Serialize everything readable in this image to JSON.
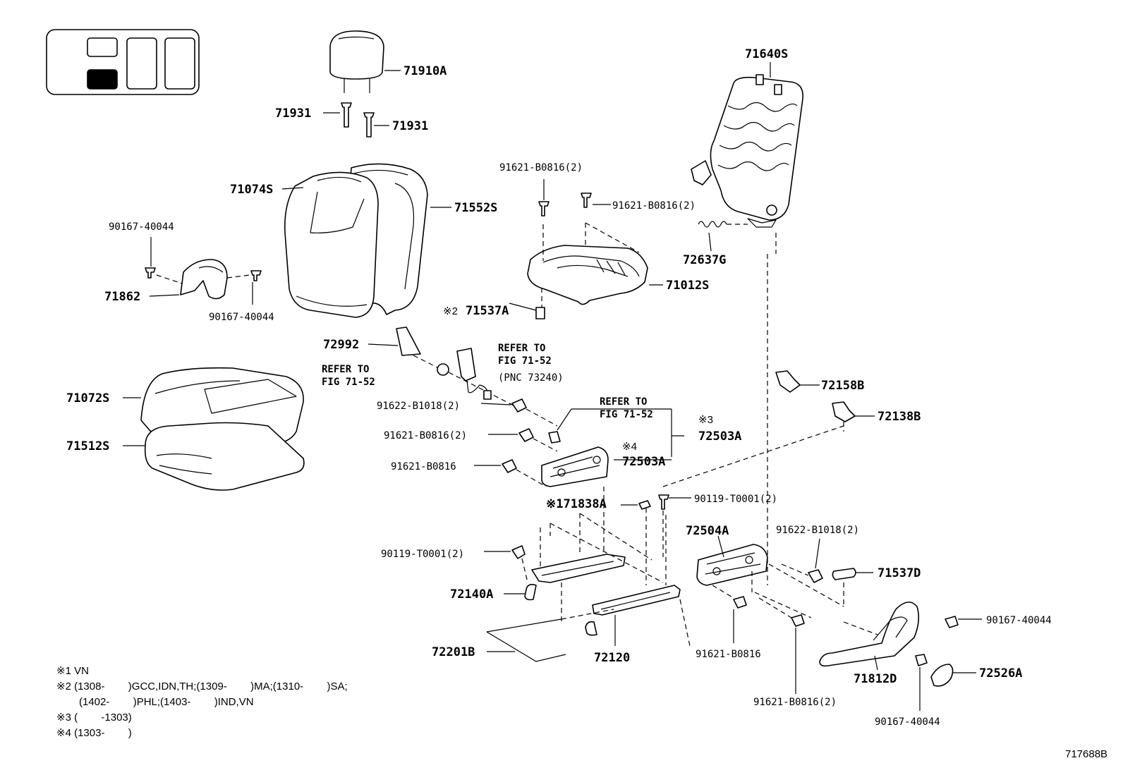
{
  "diagram_id": "717688B",
  "part_labels": {
    "p71910A": "71910A",
    "p71931a": "71931",
    "p71931b": "71931",
    "p71640S": "71640S",
    "p71074S": "71074S",
    "p71552S": "71552S",
    "p90167a": "90167-40044",
    "p90167b": "90167-40044",
    "p71862": "71862",
    "p91621a": "91621-B0816(2)",
    "p91621b": "91621-B0816(2)",
    "p72637G": "72637G",
    "p71012S": "71012S",
    "p71537A_mark": "※2",
    "p71537A": "71537A",
    "p72992": "72992",
    "p71072S": "71072S",
    "p71512S": "71512S",
    "p72158B": "72158B",
    "p72138B": "72138B",
    "p91622a": "91622-B1018(2)",
    "p91621c": "91621-B0816(2)",
    "p91621d": "91621-B0816",
    "p72503A_mark": "※3",
    "p72503A": "72503A",
    "p72503A2_mark": "※4",
    "p72503A2": "72503A",
    "p71838A": "※171838A",
    "p90119a": "90119-T0001(2)",
    "p90119b": "90119-T0001(2)",
    "p72504A": "72504A",
    "p91622b": "91622-B1018(2)",
    "p71537D": "71537D",
    "p72140A": "72140A",
    "p72201B": "72201B",
    "p72120": "72120",
    "p91621e": "91621-B0816",
    "p91621f": "91621-B0816(2)",
    "p90167c": "90167-40044",
    "p90167d": "90167-40044",
    "p71812D": "71812D",
    "p72526A": "72526A"
  },
  "references": {
    "ref1_l1": "REFER TO",
    "ref1_l2": "FIG 71-52",
    "ref2_l1": "REFER TO",
    "ref2_l2": "FIG 71-52",
    "ref2_l3": "(PNC 73240)",
    "ref3_l1": "REFER TO",
    "ref3_l2": "FIG 71-52"
  },
  "footnotes": [
    "※1 VN",
    "※2 (1308-        )GCC,IDN,TH;(1309-        )MA;(1310-        )SA;",
    "(1402-        )PHL;(1403-        )IND,VN",
    "※3 (        -1303)",
    "※4 (1303-        )"
  ]
}
